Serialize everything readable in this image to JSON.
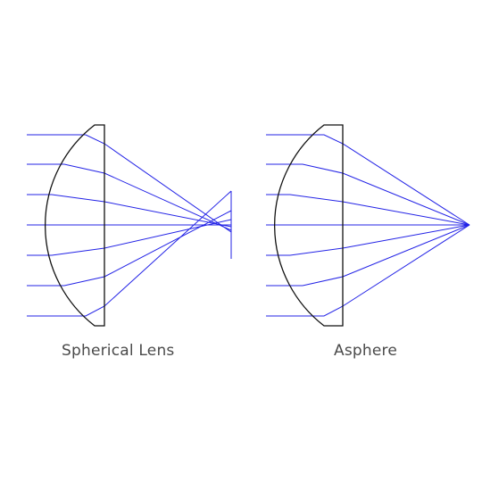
{
  "diagram": {
    "panels": [
      {
        "id": "spherical",
        "label": "Spherical Lens"
      },
      {
        "id": "asphere",
        "label": "Asphere"
      }
    ],
    "colors": {
      "rays": "#2323e6",
      "lens_outline": "#111111",
      "label_text": "#4a4a4a",
      "background": "#ffffff"
    }
  }
}
